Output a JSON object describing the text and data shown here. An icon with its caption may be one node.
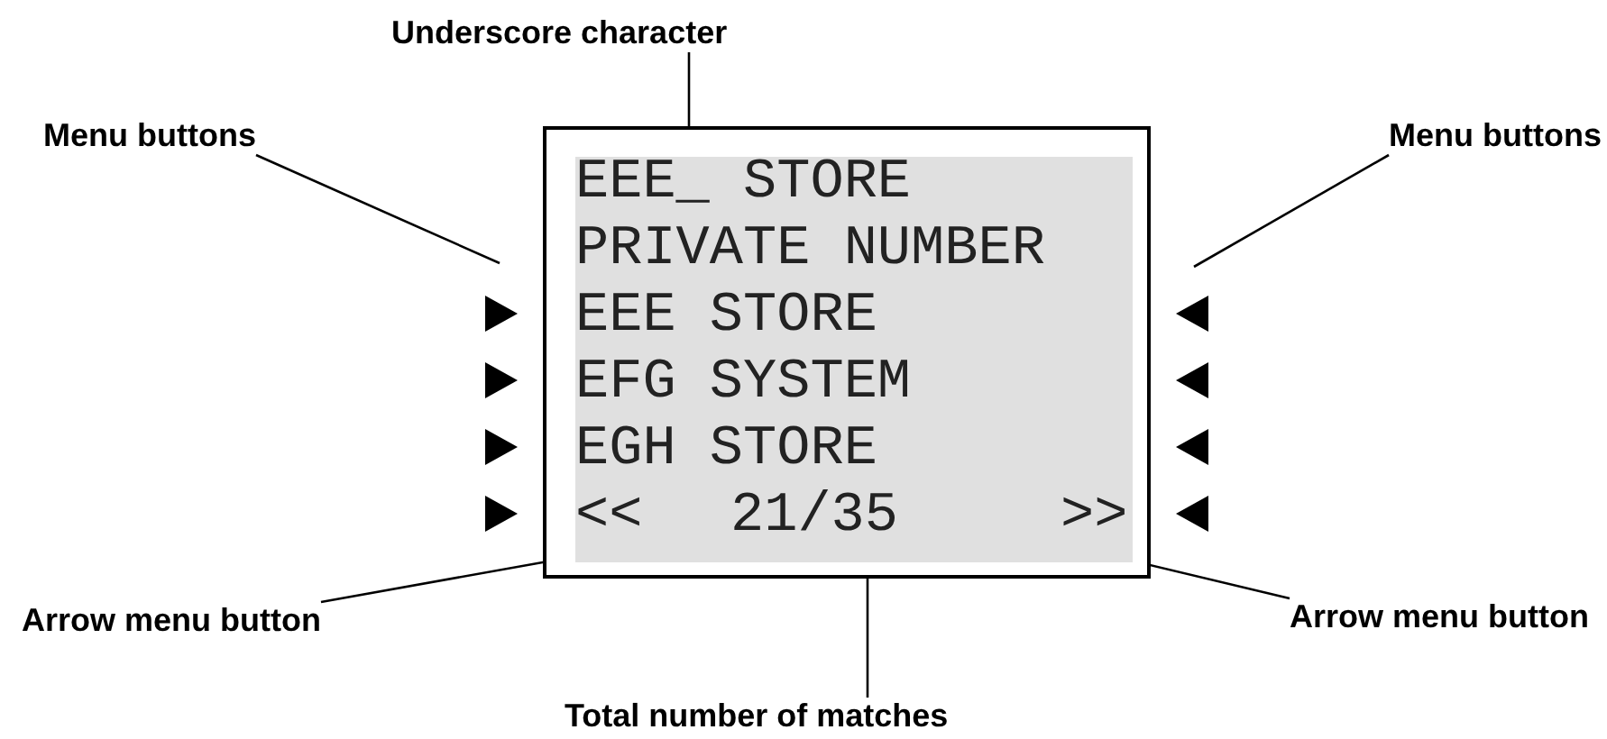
{
  "diagram": {
    "nodes": [
      {
        "text": [
          "Underscore character"
        ]
      },
      {
        "text": [
          "Menu buttons"
        ]
      },
      {
        "text": [
          "Menu buttons"
        ]
      },
      {
        "text": [],
        "shape": "box"
      },
      {
        "text": [
          "EEE_ STORE",
          "PRIVATE NUMBER",
          "EEE STORE",
          "EFG SYSTEM",
          "EGH STORE"
        ],
        "in": 3
      },
      {
        "text": [
          "<<"
        ],
        "in": 4
      },
      {
        "text": [
          "21/35"
        ],
        "in": 4
      },
      {
        "text": [
          ">>"
        ],
        "in": 4
      },
      {
        "text": [
          "Arrow menu button"
        ]
      },
      {
        "text": [
          "Arrow menu button"
        ]
      },
      {
        "text": [
          "Total number of matches"
        ]
      }
    ],
    "edges": [
      {
        "from": 0,
        "to": 4,
        "arrow": "none"
      },
      {
        "from": 1,
        "to": null,
        "arrow": "none"
      },
      {
        "from": 2,
        "to": null,
        "arrow": "none"
      },
      {
        "from": 8,
        "to": 5,
        "arrow": "none"
      },
      {
        "from": 10,
        "to": 6,
        "arrow": "none"
      },
      {
        "from": 9,
        "to": 7,
        "arrow": "none"
      }
    ]
  }
}
